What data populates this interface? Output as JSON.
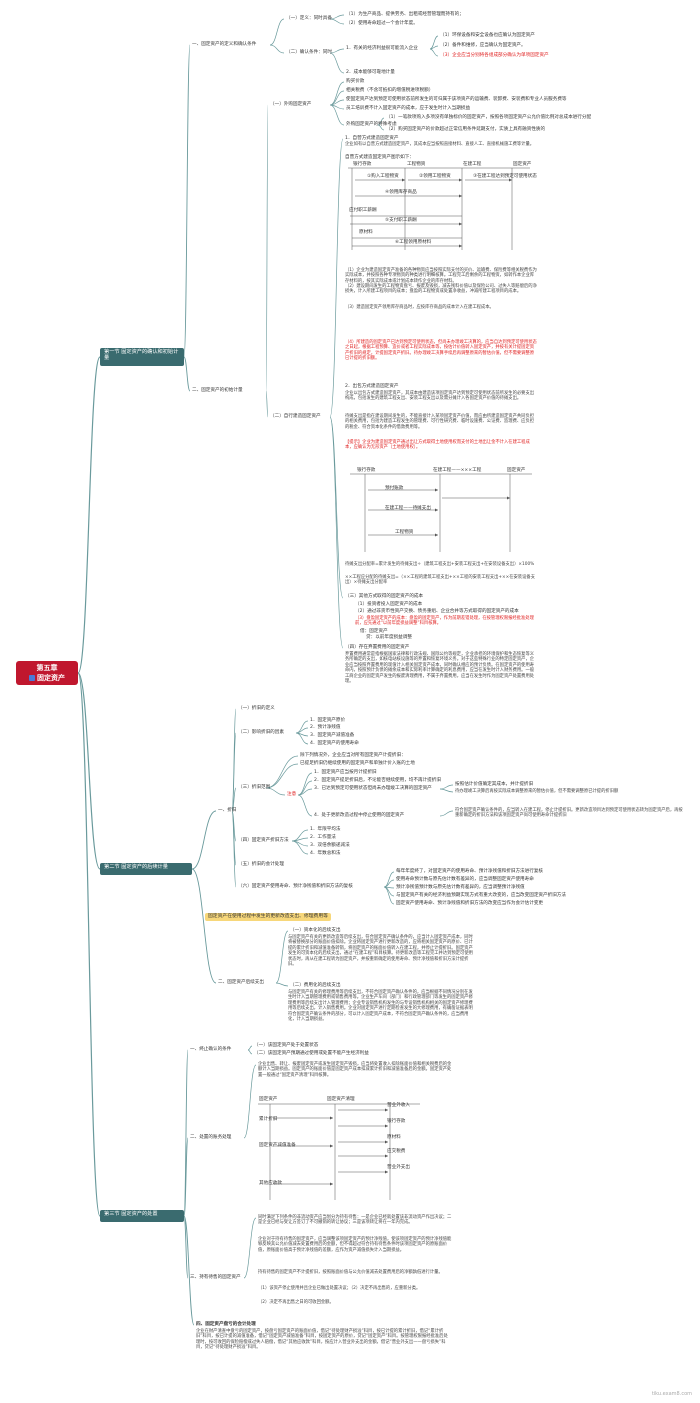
{
  "root": {
    "title_line1": "第五章",
    "title_line2": "固定资产"
  },
  "sections": [
    {
      "label": "第一节 固定资产的确认和初始计量"
    },
    {
      "label": "第二节 固定资产的后续计量"
    },
    {
      "label": "第三节 固定资产的处置"
    }
  ],
  "s1": {
    "n1": "一、固定资产的定义和确认条件",
    "n1_def": "（一）定义：同时具备",
    "n1_def_items": [
      "（1）为生产商品、提供劳务、出租或经营管理而持有的；",
      "（2）使用寿命超过一个会计年度。"
    ],
    "n1_cond": "（二）确认条件：同时",
    "n1_cond_a": "1．有关的经济利益很可能流入企业",
    "n1_cond_a_items": [
      "（1）环保设备和安全设备也应确认为固定资产",
      "（2）备件和维修，应当确认为固定资产。",
      "（3）企业应当分别将各组成部分确认为单项固定资产"
    ],
    "n1_cond_b": "2．成本能够可靠地计量",
    "n2": "二、固定资产的初始计量",
    "n2_a": "（一）外购固定资产",
    "n2_a_items": [
      "购买价款",
      "相关税费（不含可抵扣的增值税进项税额）",
      "使固定资产达到预定可使用状态前所发生的可归属于该项资产的运输费、装卸费、安装费和专业人员服务费等",
      "员工培训费不计入固定资产的成本，应于发生时计入当期损益",
      "（1）一笔款项购入多项没有单独标价的固定资产，按照各项固定资产公允价值比例对总成本进行分配",
      "外购固定资产的特殊考虑",
      "（2）购买固定资产的价款超过正常信用条件延期支付，实质上具有融资性质的"
    ],
    "n2_b": "（二）自行建造固定资产",
    "n2_b_p1_title": "1．自营方式建造固定资产",
    "n2_b_p1": "企业如有以自营方式建造固定资产，其成本应当按照直接材料、直接人工、直接机械施工费等计量。",
    "n2_b_p2_title": "自营方式建造固定资产图示如下：",
    "flow1": [
      "银行存款",
      "工程物资",
      "在建工程",
      "固定资产",
      "①购入工程物资",
      "②领用工程物资",
      "③在建工程达到预定可使用状态",
      "④领用库存商品",
      "应付职工薪酬",
      "⑤支付职工薪酬",
      "原材料",
      "⑥工程领用原材料"
    ],
    "n2_b_p3": "（1）企业为建造固定资产准备的各种物资应当按照实际支付的买价、运输费、保险费等相关税费作为实际成本，并按照各种专项物资的种类进行明细核算。工程完工后剩余的工程物资，如转作本企业库存材料的，按其实际成本或计划成本转作企业的库存材料。",
    "n2_b_p4": "（2）建设期间发生的工程物资盘亏、报废及毁损，减去残料价值以及保险公司、过失人等赔偿后的净损失，计入所建工程项目的成本；盘盈的工程物资或处置净收益，冲减所建工程项目的成本。",
    "n2_b_p5": "（3）建造固定资产领用库存商品时，应按库存商品的成本计入在建工程成本。",
    "n2_b_p6": "（4）所建造的固定资产已达到预定可使用状态，但尚未办理竣工决算的，应当自达到预定可使用状态之日起，根据工程预算、造价或者工程实际成本等，按估计价值转入固定资产，并按有关计提固定资产折旧的规定，计提固定资产折旧。待办理竣工决算手续后再调整原来的暂估价值，但不需要调整原已计提的折旧额。",
    "n2_b_p7": "2．出包方式建造固定资产",
    "n2_b_p8": "企业以出包方式建造固定资产，其成本由建造该项固定资产达到预定可使用状态前所发生的必要支出构成，包括发生的建筑工程支出、安装工程支出以及需分摊计入各固定资产价值的待摊支出。",
    "n2_b_p9": "待摊支出是指在建设期间发生的，不能直接计入某项固定资产价值，而应由所建造固定资产共同负担的相关费用，包括为建造工程发生的管理费、可行性研究费、临时设施费、公证费、监理费、应负担的税金、符合资本化条件的借款费用等。",
    "n2_b_p10": "【提示】企业为建造固定资产通过出让方式取得土地使用权而支付的土地出让金不计入在建工程成本，应确认为无形资产（土地使用权）。",
    "flow2": [
      "银行存款",
      "在建工程——×××工程",
      "固定资产",
      "预付账款",
      "在建工程——待摊支出",
      "工程物资"
    ],
    "n2_b_p11": "待摊支出分配率=累计发生的待摊支出÷（建筑工程支出+安装工程支出+在安装设备支出）×100%",
    "n2_b_p12": "××工程应分配的待摊支出=（××工程的建筑工程支出+××工程的安装工程支出+××在安装设备支出）×待摊支出分配率",
    "n2_c": "（三）其他方式取得的固定资产的成本",
    "n2_c_items": [
      "（1）投资者投入固定资产的成本",
      "（2）通过非货币性资产交换、债务重组、企业合并等方式取得的固定资产的成本",
      "（3）盘盈固定资产的成本：盘盈的固定资产，作为前期差错处理，在按管理权限报经批准处理前，应先通过“以前年度损益调整”科目核算。"
    ],
    "n2_c_extra": [
      "借：固定资产",
      "贷：以前年度损益调整"
    ],
    "n2_d": "（四）存在弃置费用的固定资产",
    "n2_d_p": "弃置费用通常是指根据国家法律和行政法规、国际公约等规定，企业承担的环境保护和生态恢复等义务所确定的支出，如核电站核设施等的弃置和恢复环境义务。对于这些特殊行业的特定固定资产，企业应当按照弃置费用的现值计入相关固定资产成本，同时确认相应的预计负债。在固定资产的使用寿命内，按照预计负债的摊余成本和实际利率计算确定的利息费用，应当在发生时计入财务费用。一般工商企业的固定资产发生的报废清理费用，不属于弃置费用，应当在发生时作为固定资产处置费用处理。"
  },
  "s2": {
    "n1": "一、折旧",
    "n1_a": "（一）折旧的定义",
    "n1_b": "（二）影响折旧的因素",
    "n1_b_items": [
      "1．固定资产原价",
      "2．预计净残值",
      "3．固定资产减值准备",
      "4．固定资产的使用寿命"
    ],
    "n1_c": "（三）折旧范围",
    "n1_c_items": [
      "除下列情况外，企业应当对所有固定资产计提折旧：",
      "已提足折旧仍继续使用的固定资产和单独计价入账的土地",
      "1．固定资产应当按月计提折旧",
      "2．固定资产提足折旧后，不论能否继续使用，均不再计提折旧",
      "3．已达到预定可使用状态但尚未办理竣工决算的固定资产",
      "4．处于更新改造过程中停止使用的固定资产"
    ],
    "n1_c_label": "注意",
    "n1_c_sub": [
      "按照估计价值确定其成本，并计提折旧",
      "待办理竣工决算后再按实际成本调整原来的暂估价值，但不需要调整原已计提的折旧额",
      "符合固定资产确认条件的，应当转入在建工程，停止计提折旧。更新改造项目达到预定可使用状态转为固定资产后，再按重新确定的折旧方法和该项固定资产尚可使用寿命计提折旧"
    ],
    "n1_d": "（四）固定资产折旧方法",
    "n1_d_items": [
      "1．年限平均法",
      "2．工作量法",
      "3．双倍余额递减法",
      "4．年数总和法"
    ],
    "n1_e": "（五）折旧的会计处理",
    "n1_f": "（六）固定资产使用寿命、预计净残值和折旧方法的复核",
    "n1_f_items": [
      "每年年度终了，对固定资产的使用寿命、预计净残值和折旧方法进行复核",
      "使用寿命预计数与原先估计数有差异的，应当调整固定资产使用寿命",
      "预计净残值预计数与原先估计数有差异的，应当调整预计净残值",
      "与固定资产有关的经济利益预期实现方式有重大改变的，应当改变固定资产折旧方法",
      "固定资产使用寿命、预计净残值和折旧方法的改变应当作为会计估计变更"
    ],
    "hl": "固定资产在使用过程中发生的更新改造支出、修理费用等",
    "n2": "二、固定资产后续支出",
    "n2_a": "（一）资本化的后续支出",
    "n2_a_p": "与固定资产有关的更新改造等后续支出，符合固定资产确认条件的，应当计入固定资产成本，同时将被替换部分的账面价值扣除。企业将固定资产进行更新改造的，应将相关固定资产的原价、已计提的累计折旧和减值准备转销，将固定资产的账面价值转入在建工程，并停止计提折旧。固定资产发生的可资本化的后续支出，通过“在建工程”科目核算。待更新改造等工程完工并达到预定可使用状态时，再从在建工程转为固定资产，并按重新确定的使用寿命、预计净残值和折旧方法计提折旧。",
    "n2_b": "（二）费用化的后续支出",
    "n2_b_p": "与固定资产有关的修理费用等后续支出，不符合固定资产确认条件的，应当根据不同情况分别在发生时计入当期管理费用或销售费用等。企业生产车间（部门）和行政管理部门等发生的固定资产修理费用等后续支出计入管理费用；企业专设销售机构发生的与专设销售机构相关的固定资产修理费用等后续支出，计入销售费用。企业对固定资产进行定期检查发生的大修理费用，有确凿证据表明符合固定资产确认条件的部分，可以计入固定资产成本，不符合固定资产确认条件的，应当费用化，计入当期损益。"
  },
  "s3": {
    "n1": "一、终止确认的条件",
    "n1_items": [
      "（一）该固定资产处于处置状态",
      "（二）该固定资产预期通过使用或处置不能产生经济利益"
    ],
    "n2": "二、处置的账务处理",
    "n2_p": "企业出售、转让、报废固定资产或发生固定资产毁损，应当将处置收入扣除账面价值和相关税费后的金额计入当期损益。固定资产的账面价值是固定资产成本扣减累计折旧和减值准备后的金额。固定资产处置一般通过“固定资产清理”科目核算。",
    "flow3": [
      "固定资产",
      "固定资产清理",
      "营业外收入",
      "累计折旧",
      "银行存款",
      "原材料",
      "固定资产减值准备",
      "应交税费",
      "营业外支出",
      "其他应收款"
    ],
    "n3": "三、持有待售的固定资产",
    "n3_p1": "同时满足下列条件的非流动资产应当划分为持有待售：一是企业已经就处置该非流动资产作出决议；二是企业已经与受让方签订了不可撤销的转让协议；三是该项转让将在一年内完成。",
    "n3_p2": "企业对于持有待售的固定资产，应当调整该项固定资产的预计净残值，使该项固定资产的预计净残值能够反映其公允价值减去处置费用后的金额，但不得超过符合持有待售条件时该项固定资产的原账面价值，原账面价值高于预计净残值的差额，应作为资产减值损失计入当期损益。",
    "n3_p3": "持有待售的固定资产不计提折旧，按照账面价值与公允价值减去处置费用后的净额孰低进行计量。",
    "n3_p4": "（1）该资产停止使用并且企业已做出处置决议；（2）决定不再出售的，应重新分类。",
    "n3_p5": "（2）决定不再出售之日的可收回金额。",
    "n4": "四、固定资产盘亏的会计处理",
    "n4_p": "企业在财产清查中盘亏的固定资产，按盘亏固定资产的账面价值，借记“待处理财产损溢”科目，按已计提的累计折旧，借记“累计折旧”科目，按已计提的减值准备，借记“固定资产减值准备”科目，按固定资产的原价，贷记“固定资产”科目。按管理权限报经批准后处理时，按可收回的保险赔偿或过失人赔偿，借记“其他应收款”科目，按应计入营业外支出的金额，借记“营业外支出——盘亏损失”科目，贷记“待处理财产损溢”科目。"
  },
  "footer": {
    "watermark": "tiku.exam8.com"
  },
  "colors": {
    "section_bg": "#3a6b6f",
    "root_bg": "#c0172e",
    "highlight_bg": "#f7d77a",
    "red_text": "#e02020",
    "line": "#6a9a9c"
  }
}
